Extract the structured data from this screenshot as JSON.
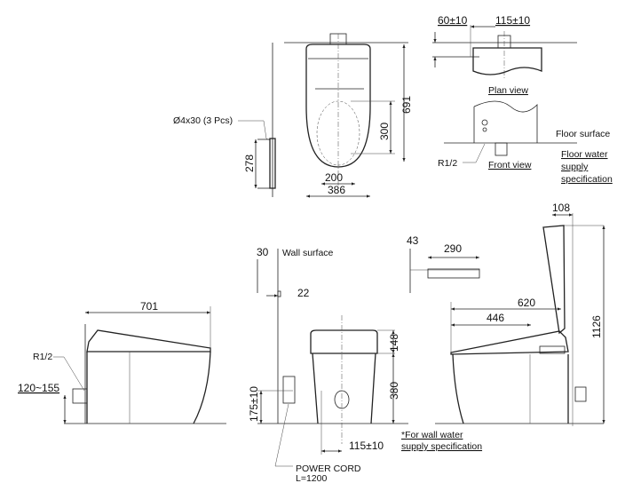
{
  "top_view": {
    "dim_691": "691",
    "dim_300": "300",
    "dim_200": "200",
    "dim_386": "386",
    "dim_278": "278",
    "screw_label": "Ø4x30 (3 Pcs)"
  },
  "plan_detail": {
    "dim_60": "60±10",
    "dim_115": "115±10",
    "plan_view": "Plan view",
    "front_view": "Front view",
    "floor_surface": "Floor surface",
    "r12": "R1/2",
    "spec_line1": "Floor water",
    "spec_line2": "supply",
    "spec_line3": "specification"
  },
  "side_view": {
    "dim_701": "701",
    "r12": "R1/2",
    "dim_120_155": "120~155"
  },
  "front_view": {
    "dim_30": "30",
    "wall_surface": "Wall surface",
    "dim_22": "22",
    "dim_148": "148",
    "dim_380": "380",
    "dim_175": "175±10",
    "dim_115": "115±10",
    "power_cord": "POWER CORD",
    "cord_length": "L=1200",
    "note_line1": "*For wall water",
    "note_line2": "supply specification"
  },
  "right_view": {
    "dim_43": "43",
    "dim_290": "290",
    "dim_620": "620",
    "dim_446": "446",
    "dim_1126": "1126",
    "dim_108": "108"
  }
}
